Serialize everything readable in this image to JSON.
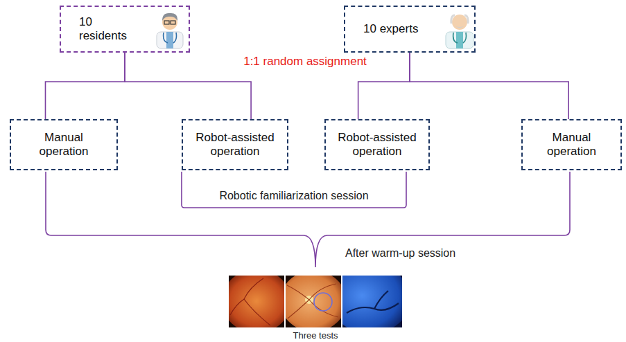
{
  "diagram": {
    "nodes": [
      {
        "text": [
          "10 residents"
        ]
      },
      {
        "text": [
          "10 experts"
        ]
      },
      {
        "text": [
          "Manual operation"
        ]
      },
      {
        "text": [
          "Robot-assisted operation"
        ]
      },
      {
        "text": [
          "Robot-assisted operation"
        ]
      },
      {
        "text": [
          "Manual operation"
        ]
      }
    ],
    "edges": [
      {
        "from": 0,
        "to": 2,
        "arrow": "none"
      },
      {
        "from": 0,
        "to": 3,
        "arrow": "none"
      },
      {
        "from": 1,
        "to": 4,
        "arrow": "none"
      },
      {
        "from": 1,
        "to": 5,
        "arrow": "none"
      }
    ],
    "labels": [
      "1:1 random assignment",
      "Robotic familiarization session",
      "After warm-up session",
      "Three tests"
    ]
  }
}
